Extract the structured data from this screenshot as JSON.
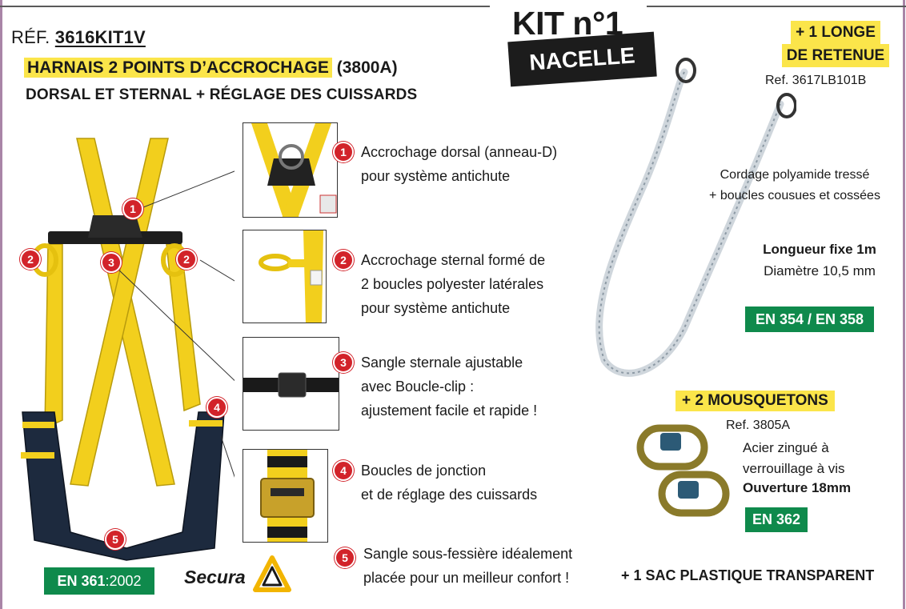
{
  "header": {
    "ref_label": "RÉF.",
    "ref_code": "3616KIT1V",
    "title": "HARNAIS 2 POINTS D’ACCROCHAGE",
    "title_ref": "(3800A)",
    "subtitle": "DORSAL ET STERNAL + RÉGLAGE DES CUISSARDS"
  },
  "kit": {
    "title": "KIT n°1",
    "subtitle": "NACELLE"
  },
  "features": [
    {
      "num": "1",
      "lines": [
        "Accrochage dorsal (anneau-D)",
        "pour système antichute"
      ]
    },
    {
      "num": "2",
      "lines": [
        "Accrochage sternal formé de",
        "2 boucles polyester latérales",
        "pour système antichute"
      ]
    },
    {
      "num": "3",
      "lines": [
        "Sangle sternale ajustable",
        "avec Boucle-clip :",
        "ajustement facile et rapide !"
      ]
    },
    {
      "num": "4",
      "lines": [
        "Boucles de jonction",
        "et de réglage des cuissards"
      ]
    },
    {
      "num": "5",
      "lines": [
        "Sangle sous-fessière idéalement",
        "placée pour un meilleur confort !"
      ]
    }
  ],
  "longe": {
    "line1": "+ 1 LONGE",
    "line2": "DE RETENUE",
    "ref": "Ref. 3617LB101B",
    "desc1": "Cordage polyamide tressé",
    "desc2": "+ boucles cousues et cossées",
    "length": "Longueur fixe 1m",
    "diameter": "Diamètre 10,5 mm",
    "norm": "EN 354 / EN 358"
  },
  "mousquetons": {
    "title": "+ 2 MOUSQUETONS",
    "ref": "Ref. 3805A",
    "desc1": "Acier zingué à",
    "desc2": "verrouillage à vis",
    "opening": "Ouverture 18mm",
    "norm": "EN 362"
  },
  "sac": "+ 1 SAC PLASTIQUE TRANSPARENT",
  "harness_norm": {
    "bold": "EN 361",
    "rest": ":2002"
  },
  "brand": "Secura",
  "colors": {
    "highlight": "#fbe54a",
    "badge_green": "#0f8a4c",
    "marker_red": "#d2232a",
    "strap_yellow": "#f2cf1d"
  }
}
